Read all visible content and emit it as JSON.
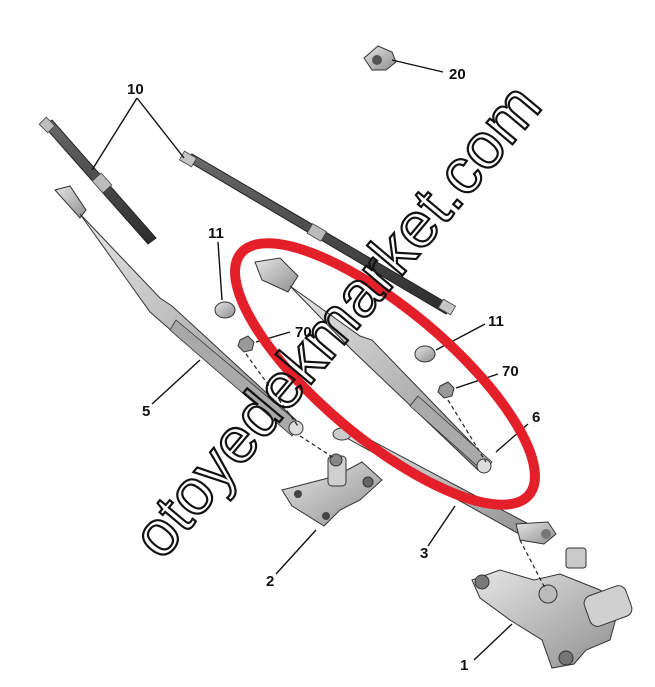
{
  "callouts": {
    "c20": "20",
    "c10": "10",
    "c11a": "11",
    "c70a": "70",
    "c11b": "11",
    "c70b": "70",
    "c6": "6",
    "c5": "5",
    "c3": "3",
    "c2": "2",
    "c1": "1"
  },
  "watermark": "otoyedekmarket.com",
  "colors": {
    "highlight_ring": "#e3202a",
    "blade_dark": "#3b3b3b",
    "arm_gray": "#9a9a9a",
    "part_light": "#cfcfcf"
  }
}
